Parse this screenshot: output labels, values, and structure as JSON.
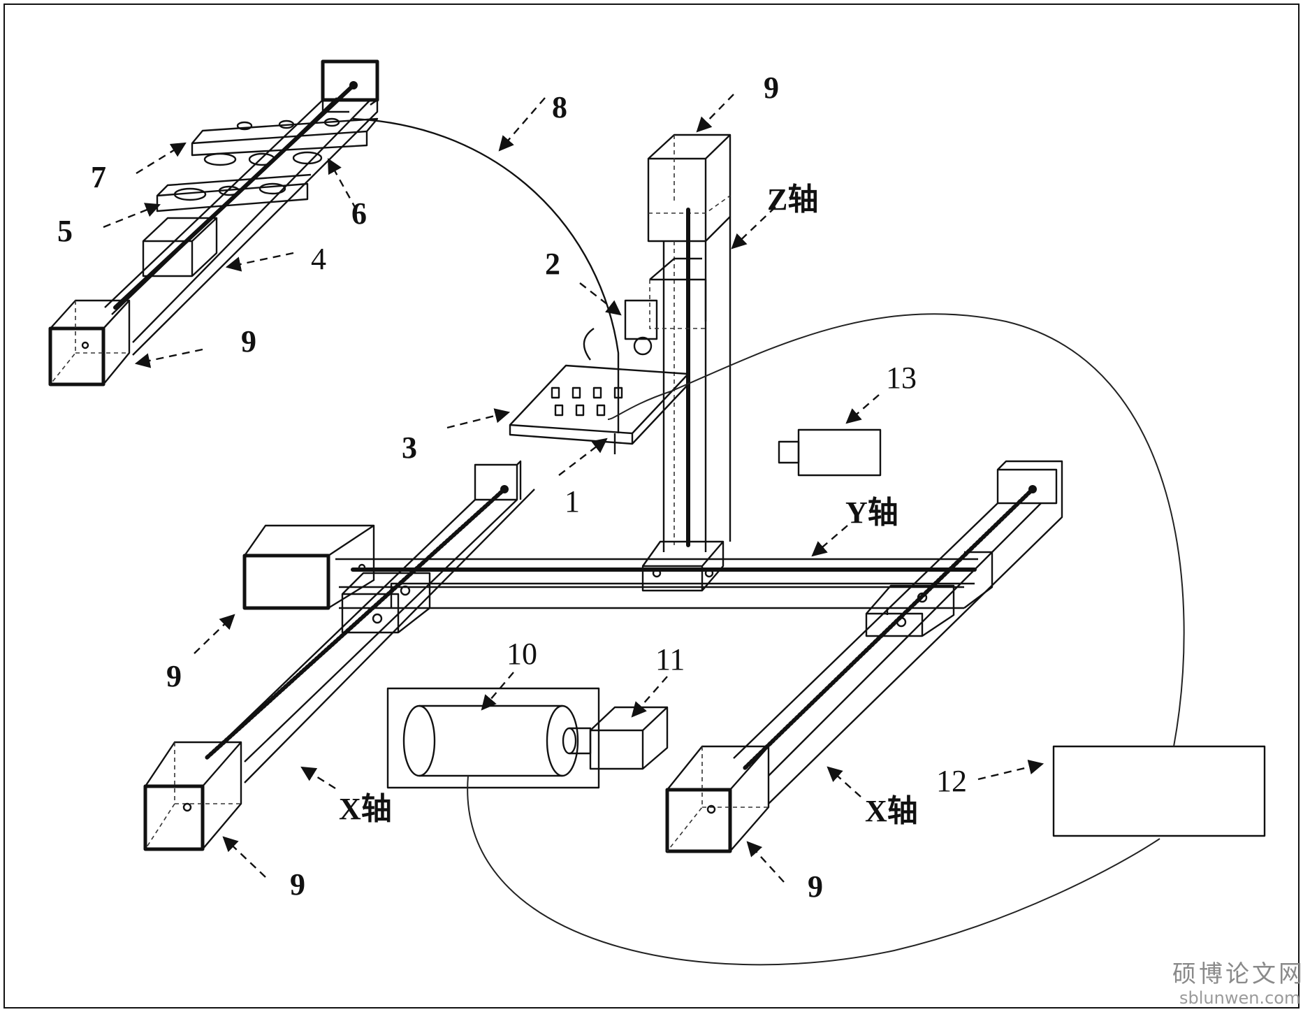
{
  "labels": {
    "l1": "1",
    "l2": "2",
    "l3": "3",
    "l4": "4",
    "l5": "5",
    "l6": "6",
    "l7": "7",
    "l8": "8",
    "l9a": "9",
    "l9b": "9",
    "l9c": "9",
    "l9d": "9",
    "l9e": "9",
    "l10": "10",
    "l11": "11",
    "l12": "12",
    "l13": "13",
    "z_axis": "Z轴",
    "y_axis": "Y轴",
    "x_axis_left": "X轴",
    "x_axis_right": "X轴"
  },
  "watermark": {
    "cn": "硕博论文网",
    "url": "sblunwen.com"
  }
}
